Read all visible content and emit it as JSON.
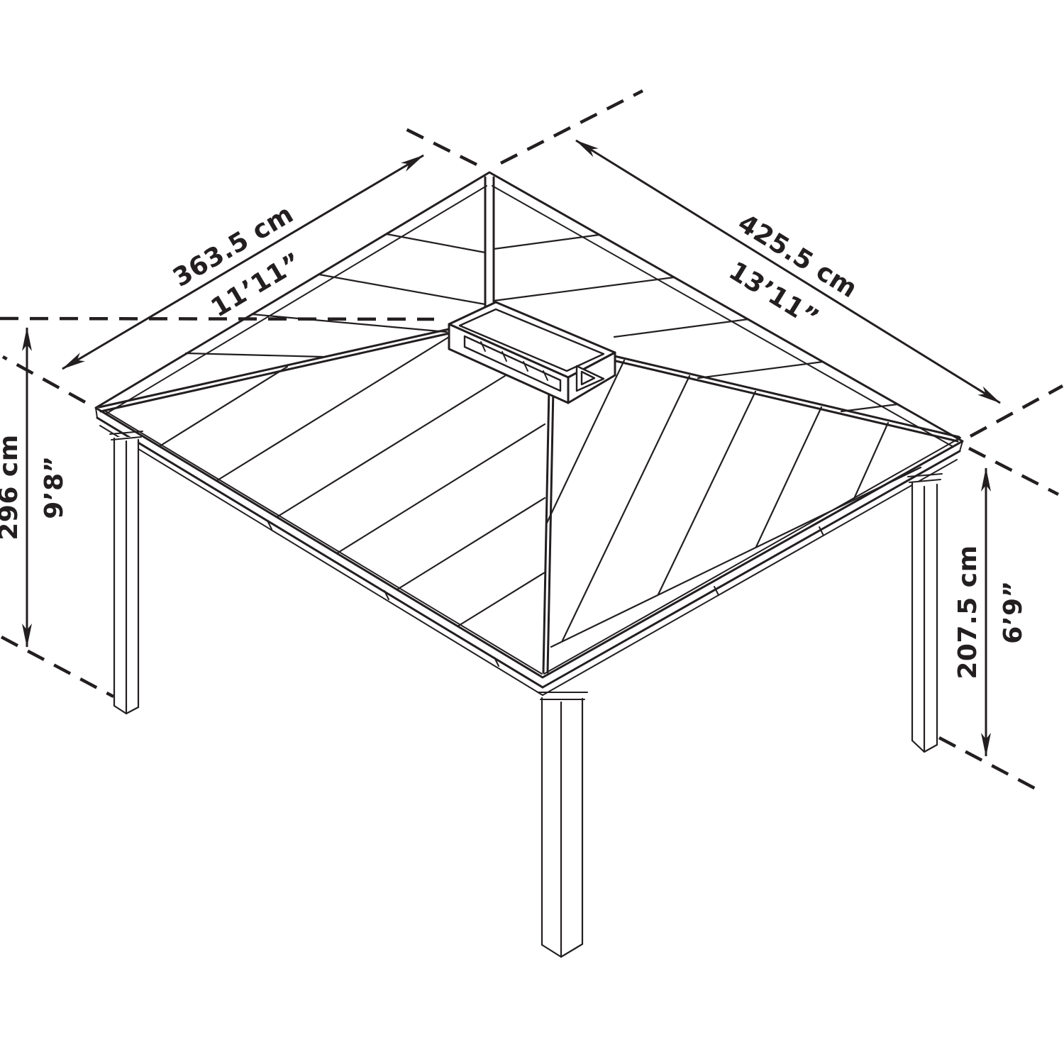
{
  "diagram": {
    "kind": "technical-dimension-drawing",
    "subject": "gazebo with hip roof, center ridge vent and square posts",
    "background_color": "#ffffff",
    "line_color": "#231f20",
    "dimensions": {
      "roof_side_left": {
        "metric": "363.5 cm",
        "imperial": "11’11”"
      },
      "roof_side_right": {
        "metric": "425.5 cm",
        "imperial": "13’11”"
      },
      "total_height": {
        "metric": "296 cm",
        "imperial": "9’8”"
      },
      "post_height": {
        "metric": "207.5 cm",
        "imperial": "6’9”"
      }
    }
  }
}
